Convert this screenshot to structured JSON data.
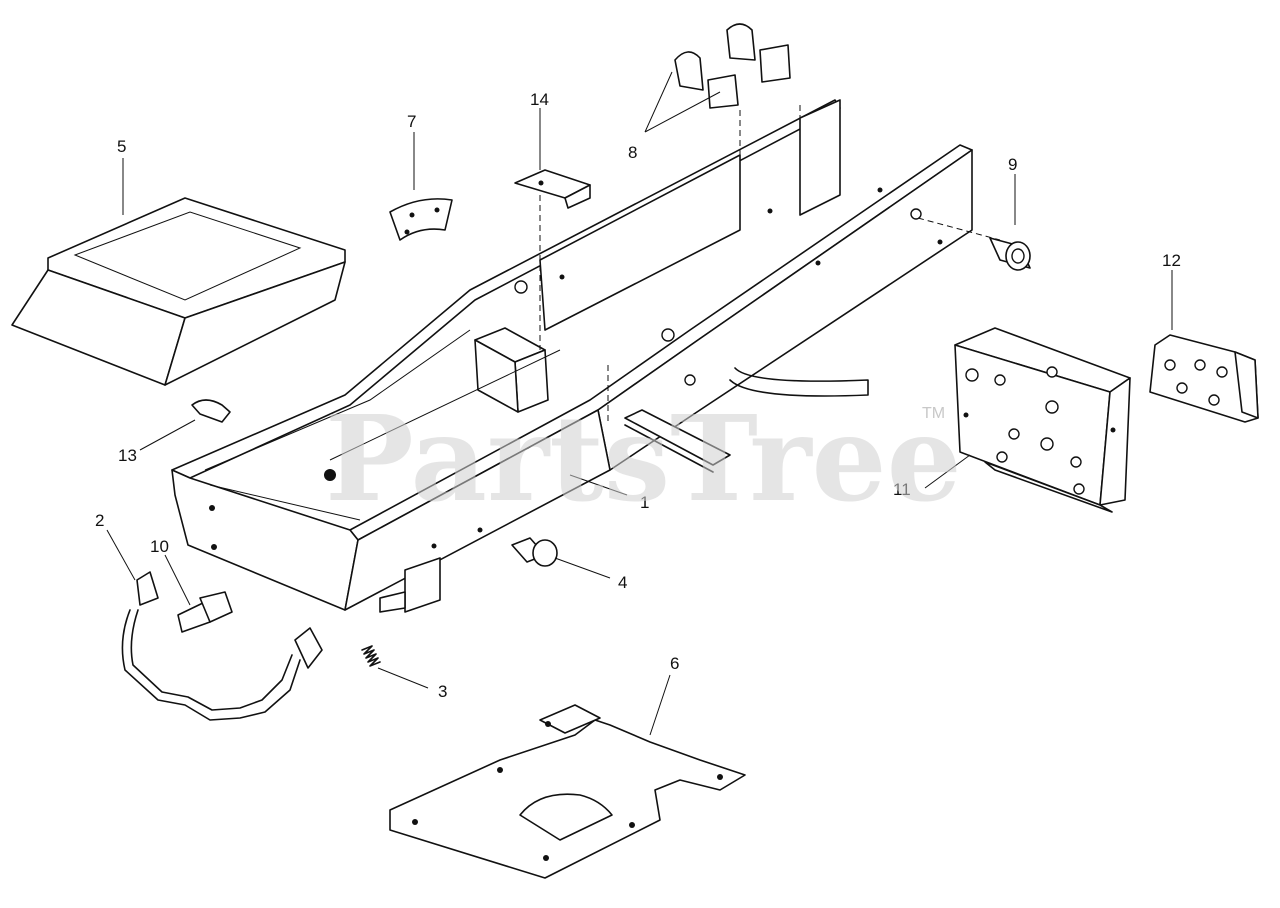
{
  "watermark": {
    "text": "PartsTree",
    "trademark": "TM"
  },
  "callouts": [
    {
      "id": "1",
      "label": "1"
    },
    {
      "id": "2",
      "label": "2"
    },
    {
      "id": "3",
      "label": "3"
    },
    {
      "id": "4",
      "label": "4"
    },
    {
      "id": "5",
      "label": "5"
    },
    {
      "id": "6",
      "label": "6"
    },
    {
      "id": "7",
      "label": "7"
    },
    {
      "id": "8",
      "label": "8"
    },
    {
      "id": "9",
      "label": "9"
    },
    {
      "id": "10",
      "label": "10"
    },
    {
      "id": "11",
      "label": "11"
    },
    {
      "id": "12",
      "label": "12"
    },
    {
      "id": "13",
      "label": "13"
    },
    {
      "id": "14",
      "label": "14"
    }
  ]
}
